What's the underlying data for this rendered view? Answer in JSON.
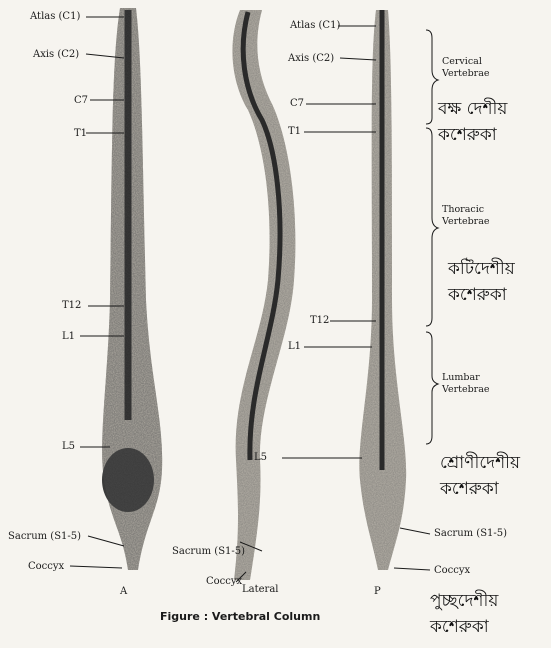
{
  "figure": {
    "caption": "Figure : Vertebral Column",
    "view_labels": {
      "anterior": "A",
      "lateral": "Lateral",
      "posterior": "P"
    },
    "left_labels": [
      "Atlas (C1)",
      "Axis (C2)",
      "C7",
      "T1",
      "T12",
      "L1",
      "L5",
      "Sacrum (S1-5)",
      "Coccyx"
    ],
    "middle_labels": [
      "Atlas (C1)",
      "Axis (C2)",
      "C7",
      "T1",
      "T12",
      "L1",
      "L5",
      "Sacrum (S1-5)",
      "Coccyx"
    ],
    "right_labels": [
      "Sacrum (S1-5)",
      "Coccyx"
    ],
    "regions": [
      {
        "english": "Cervical Vertebrae",
        "bengali": "বক্ষ দেশীয় কশেরুকা"
      },
      {
        "english": "Thoracic Vertebrae",
        "bengali": "কটিদেশীয় কশেরুকা"
      },
      {
        "english": "Lumbar Vertebrae",
        "bengali": "শ্রোণীদেশীয় কশেরুকা"
      },
      {
        "english": "",
        "bengali": "পুচ্ছদেশীয় কশেরুকা"
      }
    ]
  }
}
